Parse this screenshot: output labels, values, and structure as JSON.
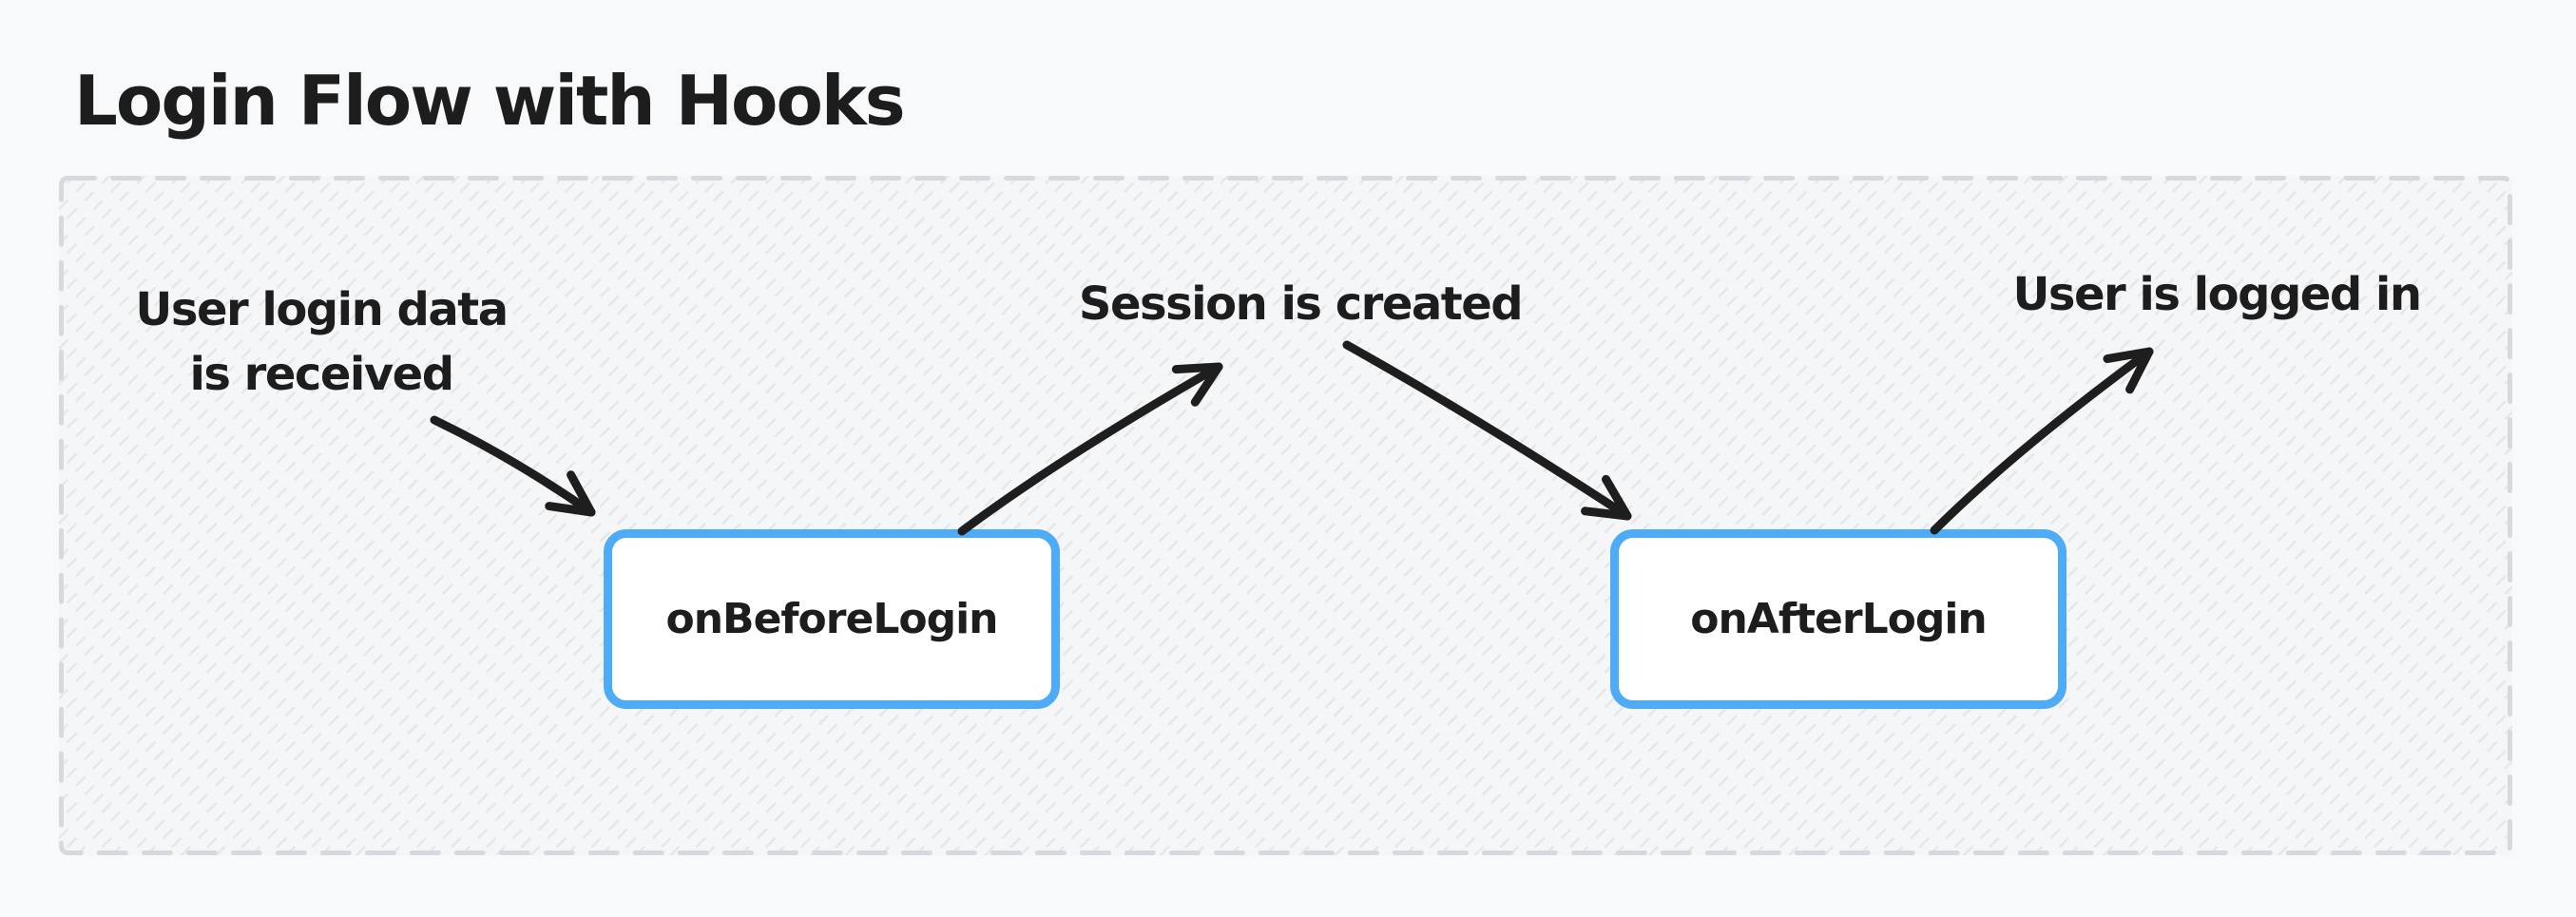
{
  "title": "Login Flow with Hooks",
  "diagram": {
    "nodes": [
      {
        "id": "onBeforeLogin",
        "label": "onBeforeLogin"
      },
      {
        "id": "onAfterLogin",
        "label": "onAfterLogin"
      }
    ],
    "annotations": [
      {
        "id": "input",
        "text": "User login data\nis received"
      },
      {
        "id": "session",
        "text": "Session is created"
      },
      {
        "id": "logged_in",
        "text": "User is logged in"
      }
    ],
    "arrows": [
      {
        "from": "input",
        "to": "onBeforeLogin"
      },
      {
        "from": "onBeforeLogin",
        "to": "session"
      },
      {
        "from": "session",
        "to": "onAfterLogin"
      },
      {
        "from": "onAfterLogin",
        "to": "logged_in"
      }
    ]
  },
  "colors": {
    "page_bg": "#f8f9fa",
    "container_bg": "#f4f6f8",
    "hatch": "#e4e8ed",
    "dash": "#d6dade",
    "node_border": "#4dabf7",
    "node_fill": "#ffffff",
    "arrow": "#1e1e1e",
    "text": "#1d1d1d"
  }
}
